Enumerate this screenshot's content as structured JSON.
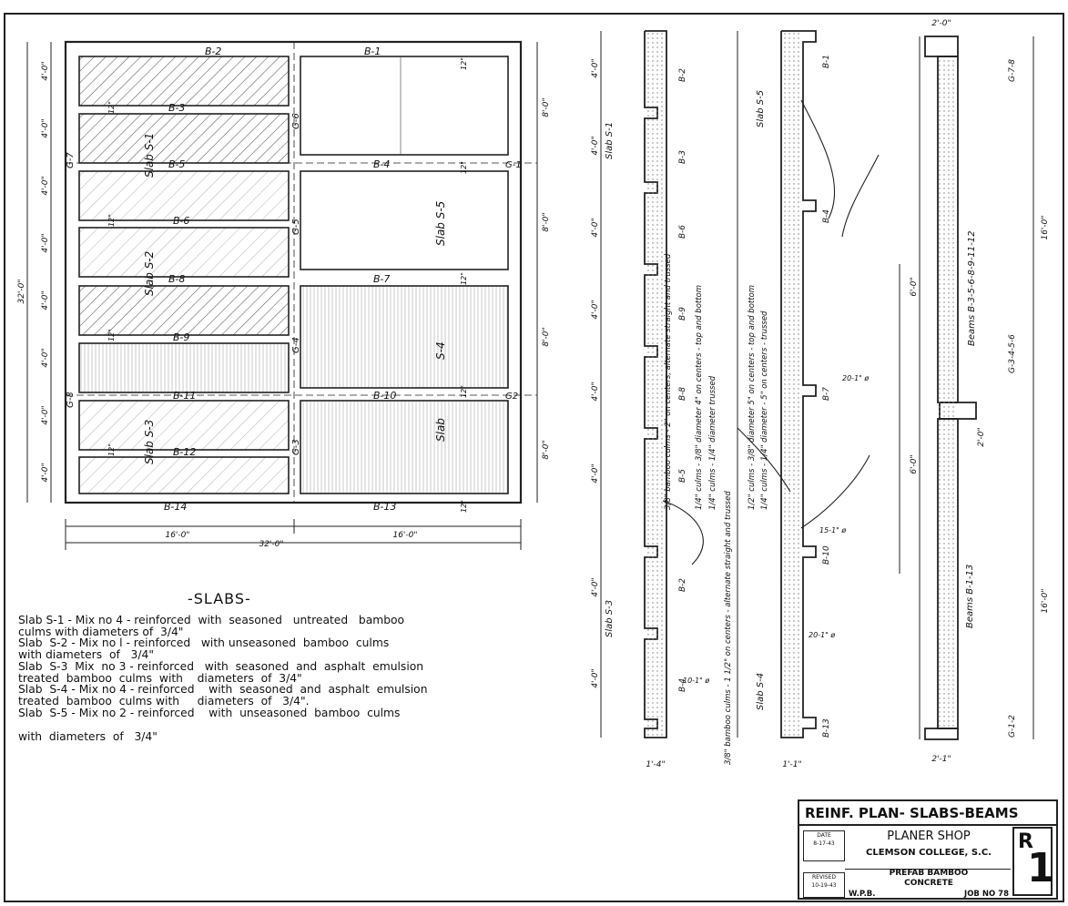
{
  "plan": {
    "beams_left": [
      "B-2",
      "B-3",
      "B-5",
      "B-6",
      "B-8",
      "B-9",
      "B-11",
      "B-12",
      "B-14"
    ],
    "beams_right": [
      "B-1",
      "B-4",
      "B-7",
      "B-10",
      "B-13"
    ],
    "girders": [
      "G-7",
      "G-6",
      "G-1",
      "G-5",
      "G-4",
      "G-8",
      "G2",
      "G-3"
    ],
    "slab_labels": [
      "Slab S-1",
      "Slab S-2",
      "Slab S-3",
      "Slab S-5",
      "S-4",
      "Slab"
    ],
    "left_dims": [
      "4'-0\"",
      "4'-0\"",
      "4'-0\"",
      "4'-0\"",
      "4'-0\"",
      "4'-0\"",
      "4'-0\"",
      "4'-0\""
    ],
    "overall_dim": "32'-0\"",
    "right_dims": [
      "8'-0\"",
      "8'-0\"",
      "8'-0\"",
      "8'-0\""
    ],
    "bottom_dims": [
      "16'-0\"",
      "16'-0\""
    ],
    "bottom_total": "32'-0\"",
    "gap": "12\""
  },
  "sections": {
    "section1_beams": [
      "B-2",
      "B-3",
      "B-6",
      "B-9",
      "B-8",
      "B-5",
      "B-2",
      "B-4"
    ],
    "section1_dims": [
      "4'-0\"",
      "4'-0\"",
      "4'-0\"",
      "4'-0\"",
      "4'-0\"",
      "4'-0\"",
      "4'-0\"",
      "4'-0\""
    ],
    "section1_slabs": [
      "Slab S-1",
      "Slab S-3"
    ],
    "section1_note1": "3/8\" bamboo culms - 2\" on centers, alternate straight and trussed",
    "section1_note2": "1/4\" culms - 3/8\" diameter 4\" on centers - top and bottom",
    "section1_note3": "1/4\" culms - 1/4\" diameter trussed",
    "section1_width": "1'-4\"",
    "section2_beams": [
      "B-1",
      "B-4",
      "B-7",
      "B-10",
      "B-13"
    ],
    "section2_slabs": [
      "Slab S-5",
      "Slab S-4"
    ],
    "section2_note1": "1/2\" culms - 3/8\" diameter 5\" on centers - top and bottom",
    "section2_note2": "1/4\" culms - 1/4\" diameter - 5\" on centers - trussed",
    "section2_note3": "3/8\" bamboo culms - 1 1/2\" on centers - alternate straight and trussed",
    "section2_width": "1'-1\"",
    "bar_callouts": [
      "20-1\" ø",
      "10-1\" ø",
      "15-1\" ø",
      "20-1\" ø"
    ],
    "section3_top": "2'-0\"",
    "section3_bottom": "2'-1\"",
    "section3_dims": [
      "16'-0\"",
      "16'-0\"",
      "6'-0\"",
      "6'-0\"",
      "2'-0\""
    ],
    "section3_beams1": "Beams B-3-5-6-8-9-11-12",
    "section3_beams2": "Beams B-1-13",
    "section3_girders": [
      "G-7-8",
      "G-3-4-5-6",
      "G-1-2"
    ]
  },
  "notes": {
    "heading": "-SLABS-",
    "lines": [
      "Slab S-1 - Mix no 4 - reinforced  with  seasoned   untreated   bamboo",
      "culms with diameters of  3/4\"",
      "Slab  S-2 - Mix no l - reinforced   with unseasoned  bamboo  culms",
      "with diameters  of   3/4\"",
      "Slab  S-3  Mix  no 3 - reinforced   with  seasoned  and  asphalt  emulsion",
      "treated  bamboo  culms  with    diameters  of  3/4\"",
      "Slab  S-4 - Mix no 4 - reinforced    with  seasoned  and  asphalt  emulsion",
      "treated  bamboo  culms with     diameters  of   3/4\".",
      "Slab  S-5 - Mix no 2 - reinforced    with  unseasoned  bamboo  culms"
    ],
    "last_line": "with  diameters  of   3/4\""
  },
  "title_block": {
    "title": "REINF. PLAN- SLABS-BEAMS",
    "date_label": "DATE",
    "date": "8-17-43",
    "project": "PLANER  SHOP",
    "location": "CLEMSON COLLEGE, S.C.",
    "subtitle1": "PREFAB  BAMBOO",
    "subtitle2": "CONCRETE",
    "revised_label": "REVISED",
    "revised": "10-19-43",
    "drawn_by": "W.P.B.",
    "job": "JOB NO 78",
    "sheet_letter": "R",
    "sheet_number": "1"
  }
}
